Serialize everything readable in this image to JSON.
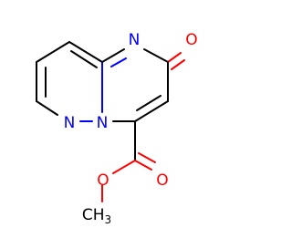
{
  "molecule": {
    "atoms": {
      "n_ring_top": {
        "symbol": "N",
        "color": "#0000ff"
      },
      "o_carbonyl_top": {
        "symbol": "O",
        "color": "#ff0000"
      },
      "n_bridge": {
        "symbol": "N",
        "color": "#0000ff"
      },
      "n_left": {
        "symbol": "N",
        "color": "#0000ff"
      },
      "o_carbonyl_ester": {
        "symbol": "O",
        "color": "#ff0000"
      },
      "o_ester": {
        "symbol": "O",
        "color": "#ff0000"
      },
      "methyl": {
        "symbol": "CH",
        "subscript": "3",
        "color": "#000000"
      }
    }
  },
  "colors": {
    "bond": "#000000",
    "nitrogen": "#0000ff",
    "oxygen": "#ff0000",
    "background": "#ffffff"
  }
}
